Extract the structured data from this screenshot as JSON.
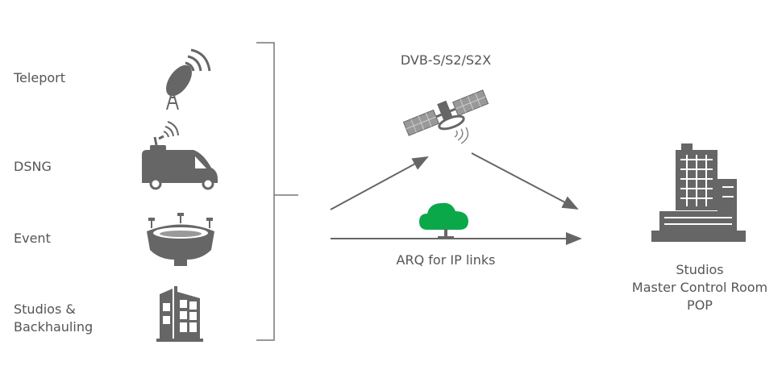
{
  "sources": [
    {
      "label": "Teleport",
      "icon": "satellite-dish-icon"
    },
    {
      "label": "DSNG",
      "icon": "news-van-icon"
    },
    {
      "label": "Event",
      "icon": "stadium-icon"
    },
    {
      "label_line1": "Studios &",
      "label_line2": "Backhauling",
      "icon": "office-building-icon"
    }
  ],
  "links": {
    "satellite_label": "DVB-S/S2/S2X",
    "ip_label": "ARQ for IP links"
  },
  "destination": {
    "line1": "Studios",
    "line2": "Master Control Room",
    "line3": "POP"
  },
  "colors": {
    "icon": "#666666",
    "line": "#666666",
    "cloud": "#0ba84a",
    "text": "#555555"
  }
}
